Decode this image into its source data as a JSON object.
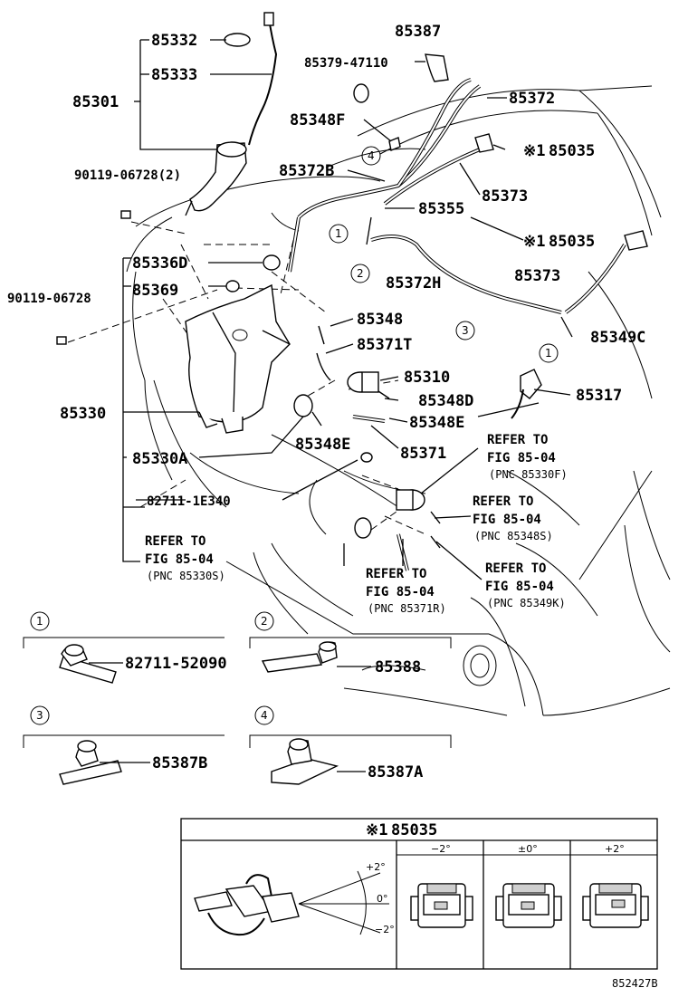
{
  "labels": {
    "p85332": "85332",
    "p85333": "85333",
    "p85301": "85301",
    "p85387": "85387",
    "p85379": "85379-47110",
    "p85372": "85372",
    "p85348F": "85348F",
    "p85035a": "85035",
    "p90119_2": "90119-06728(2)",
    "p85372B": "85372B",
    "p85373a": "85373",
    "p85355": "85355",
    "p85035b": "85035",
    "p85336D": "85336D",
    "p85373b": "85373",
    "p85372H": "85372H",
    "p90119": "90119-06728",
    "p85369": "85369",
    "p85348": "85348",
    "p85349C": "85349C",
    "p85371T": "85371T",
    "p85310": "85310",
    "p85317": "85317",
    "p85330": "85330",
    "p85348D": "85348D",
    "p85348E_a": "85348E",
    "p85348E_b": "85348E",
    "p85371": "85371",
    "p85330A": "85330A",
    "p82711_1E340": "82711-1E340",
    "p82711_52090": "82711-52090",
    "p85388": "85388",
    "p85387B": "85387B",
    "p85387A": "85387A"
  },
  "mark": "※1",
  "refs": {
    "r1": {
      "line1": "REFER TO",
      "line2": "FIG 85-04",
      "pnc": "(PNC 85330F)"
    },
    "r2": {
      "line1": "REFER TO",
      "line2": "FIG 85-04",
      "pnc": "(PNC 85348S)"
    },
    "r3": {
      "line1": "REFER TO",
      "line2": "FIG 85-04",
      "pnc": "(PNC 85330S)"
    },
    "r4": {
      "line1": "REFER TO",
      "line2": "FIG 85-04",
      "pnc": "(PNC 85371R)"
    },
    "r5": {
      "line1": "REFER TO",
      "line2": "FIG 85-04",
      "pnc": "(PNC 85349K)"
    }
  },
  "circles": {
    "c1": "1",
    "c2": "2",
    "c3": "3",
    "c4": "4"
  },
  "detail": {
    "title": "85035",
    "col1": "−2°",
    "col2": "±0°",
    "col3": "+2°",
    "ang_plus": "+2°",
    "ang_zero": "0°",
    "ang_minus": "−2°"
  },
  "figure_code": "852427B"
}
